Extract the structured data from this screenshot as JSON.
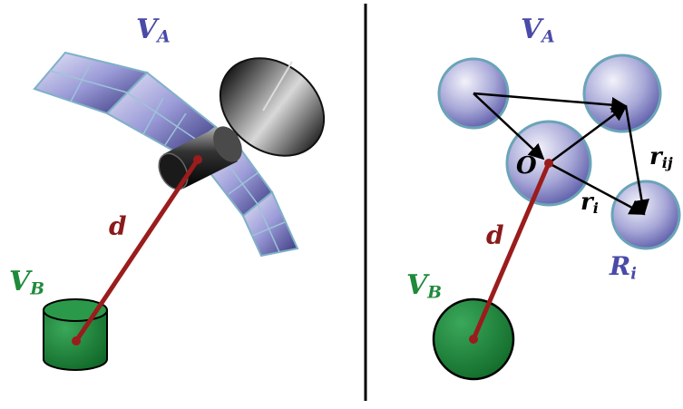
{
  "left_panel": {
    "va": {
      "main": "V",
      "sub": "A"
    },
    "vb": {
      "main": "V",
      "sub": "B"
    },
    "d": "d"
  },
  "right_panel": {
    "va": {
      "main": "V",
      "sub": "A"
    },
    "vb": {
      "main": "V",
      "sub": "B"
    },
    "d": "d",
    "o": "O",
    "r_i": {
      "main": "r",
      "sub": "i"
    },
    "r_ij": {
      "main": "r",
      "sub": "ij"
    },
    "R_i": {
      "main": "R",
      "sub": "i"
    }
  },
  "colors": {
    "va_label": "#4a4aa8",
    "vb_label": "#1e8a3a",
    "distance_line": "#9b1c1c",
    "sphere_fill": "#8a8ac8",
    "sphere_outline": "#6aa4b8",
    "target_fill": "#1e8a3a",
    "panel_divider": "#000000"
  }
}
